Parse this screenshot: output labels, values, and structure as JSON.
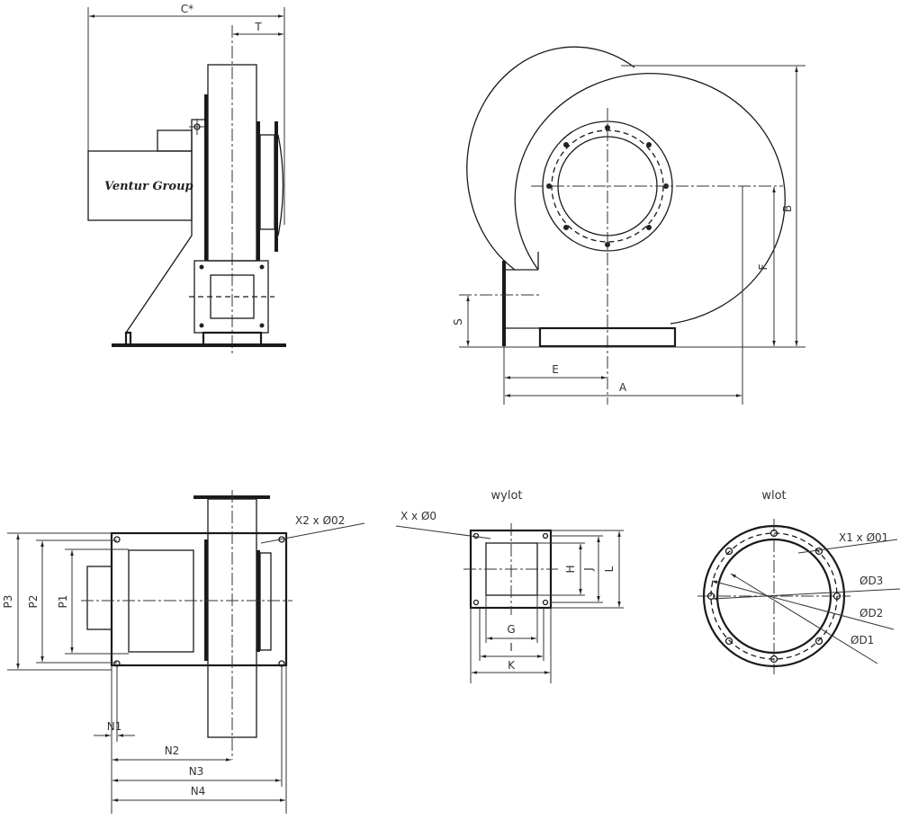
{
  "side_view": {
    "dim_c": "C*",
    "dim_t": "T",
    "logo": "Ventur Group"
  },
  "front_view": {
    "dim_b": "B",
    "dim_f": "F",
    "dim_s": "S",
    "dim_e": "E",
    "dim_a": "A"
  },
  "plan_view": {
    "holes": "X2 x Ø02",
    "dim_p3": "P3",
    "dim_p2": "P2",
    "dim_p1": "P1",
    "dim_n1": "N1",
    "dim_n2": "N2",
    "dim_n3": "N3",
    "dim_n4": "N4"
  },
  "outlet": {
    "title": "wylot",
    "holes": "X x Ø0",
    "dim_h": "H",
    "dim_j": "J",
    "dim_l": "L",
    "dim_g": "G",
    "dim_i": "I",
    "dim_k": "K"
  },
  "inlet": {
    "title": "wlot",
    "holes": "X1 x Ø01",
    "dim_d3": "ØD3",
    "dim_d2": "ØD2",
    "dim_d1": "ØD1"
  }
}
